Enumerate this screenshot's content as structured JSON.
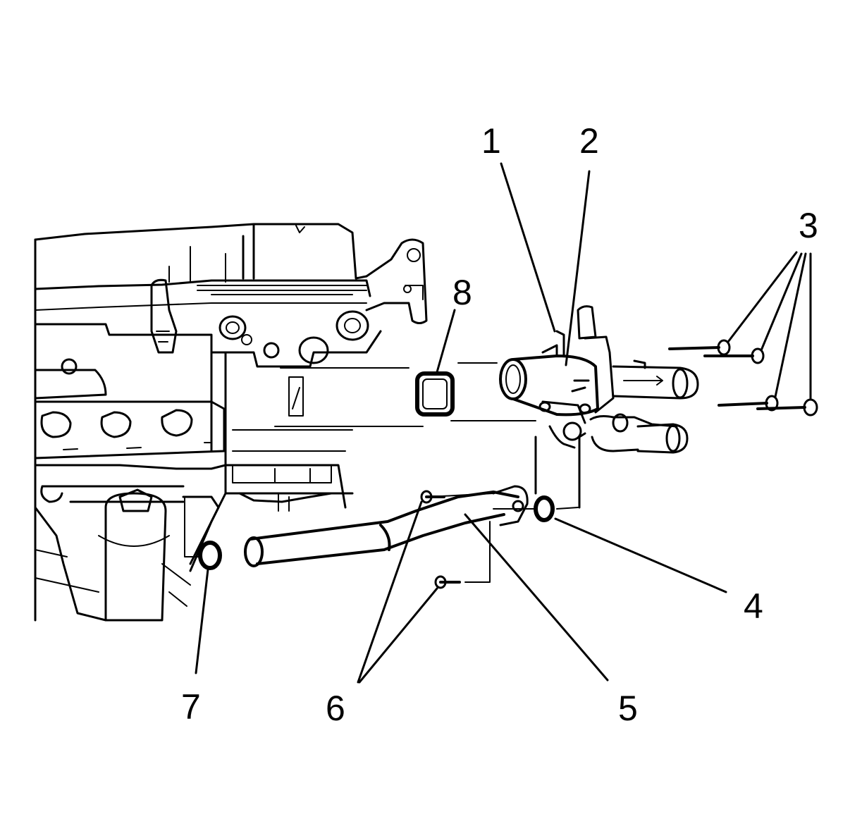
{
  "figure": {
    "background": "#ffffff",
    "ink": "#000000",
    "description_kind": "exploded-view line drawing",
    "callouts": [
      {
        "id": "1",
        "label": "1"
      },
      {
        "id": "2",
        "label": "2"
      },
      {
        "id": "3",
        "label": "3"
      },
      {
        "id": "4",
        "label": "4"
      },
      {
        "id": "5",
        "label": "5"
      },
      {
        "id": "6",
        "label": "6"
      },
      {
        "id": "7",
        "label": "7"
      },
      {
        "id": "8",
        "label": "8"
      }
    ]
  }
}
